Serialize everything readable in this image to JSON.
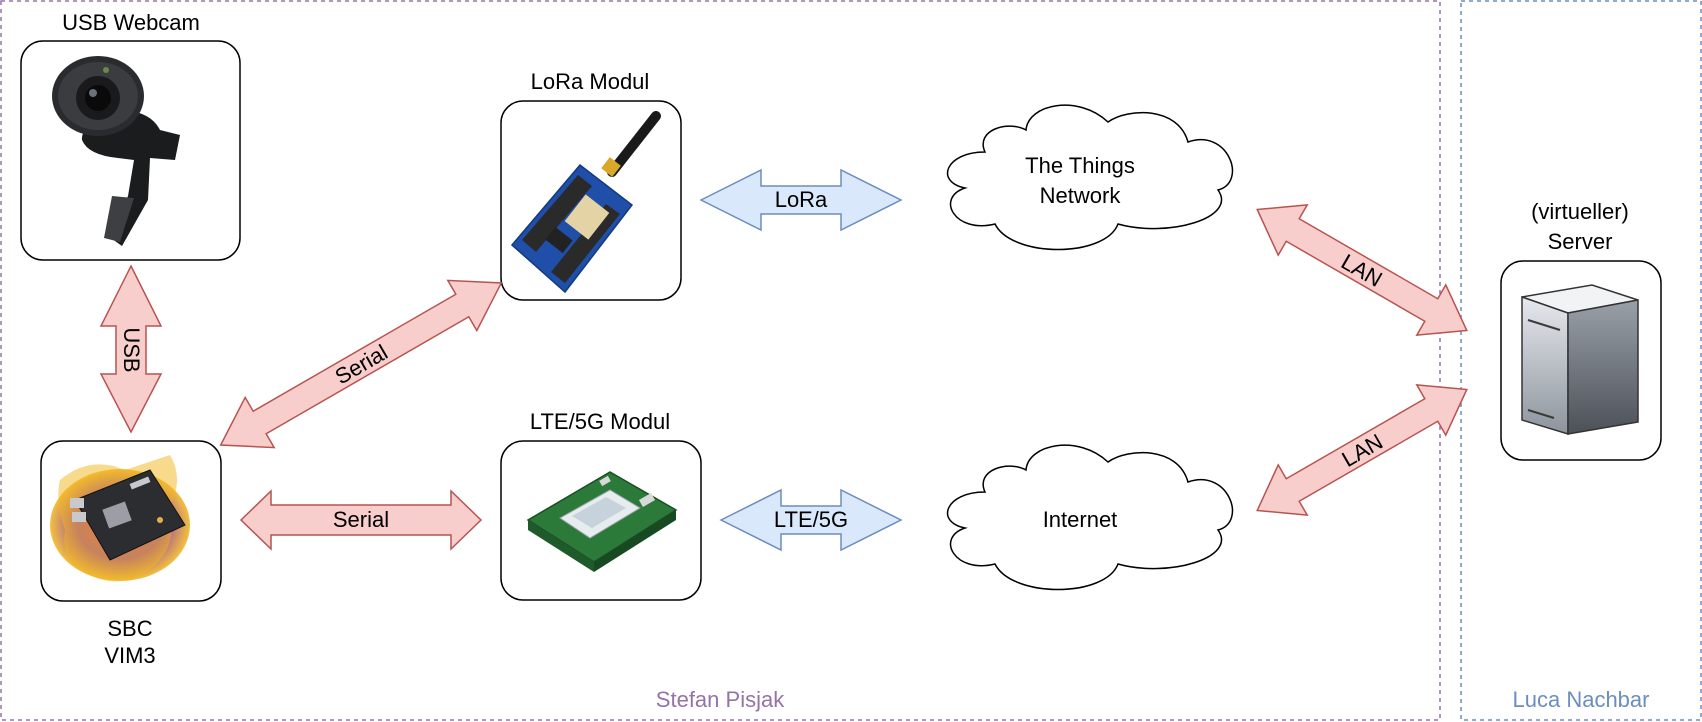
{
  "diagram": {
    "regions": {
      "left_owner": "Stefan Pisjak",
      "right_owner": "Luca Nachbar"
    },
    "nodes": {
      "webcam": "USB Webcam",
      "lora_module": "LoRa Modul",
      "lte_module": "LTE/5G Modul",
      "sbc_line1": "SBC",
      "sbc_line2": "VIM3",
      "ttn_line1": "The Things",
      "ttn_line2": "Network",
      "internet": "Internet",
      "server_line1": "(virtueller)",
      "server_line2": "Server"
    },
    "connections": {
      "usb": "USB",
      "serial_lora": "Serial",
      "serial_lte": "Serial",
      "lora": "LoRa",
      "lte": "LTE/5G",
      "lan_top": "LAN",
      "lan_bottom": "LAN"
    },
    "colors": {
      "purple_region": "#9673a6",
      "blue_region": "#6c8ebf",
      "red_arrow_fill": "#f8cecc",
      "red_arrow_stroke": "#b85450",
      "blue_arrow_fill": "#dae8fc",
      "blue_arrow_stroke": "#6c8ebf"
    },
    "icons": [
      "webcam-icon",
      "lora-board-icon",
      "lte-board-icon",
      "sbc-board-icon",
      "server-icon"
    ]
  }
}
